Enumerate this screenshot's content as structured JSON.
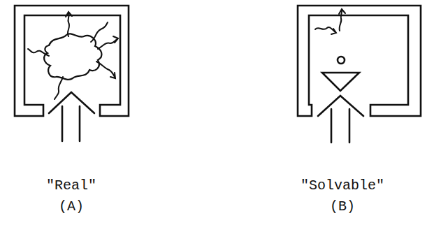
{
  "diagram": {
    "labels": [
      "\"Real\"",
      "(A)",
      "\"Solvable\"",
      "(B)"
    ]
  }
}
